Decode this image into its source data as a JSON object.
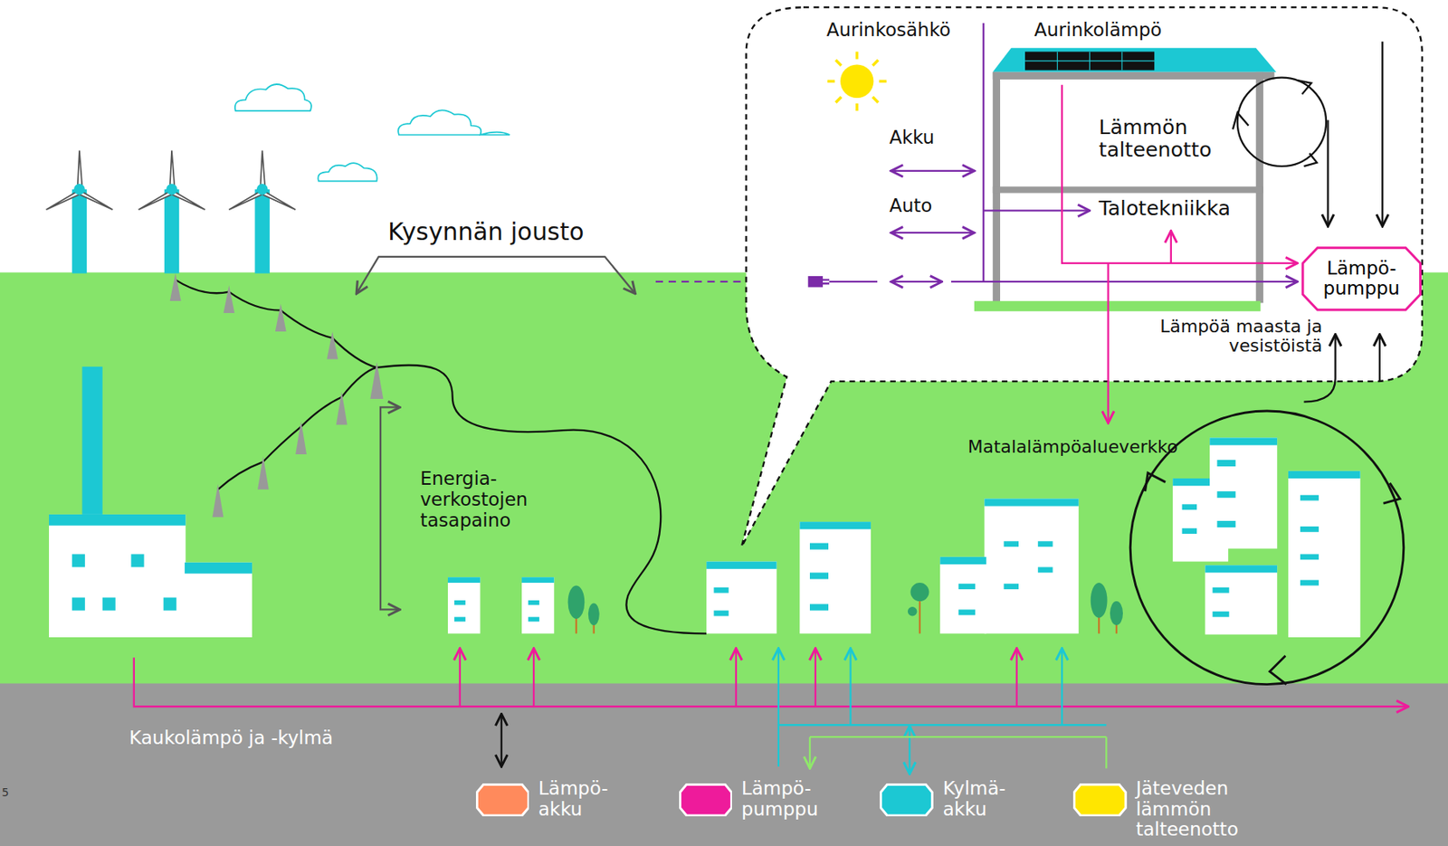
{
  "diagram": {
    "nodes": [
      {
        "text": [
          "Lämpö- pumppu"
        ]
      }
    ],
    "labels": [
      "Aurinkosähkö",
      "Aurinkolämpö",
      "Akku",
      "Auto",
      "Lämmön talteenotto",
      "Talotekniikka",
      "Lämpöä maasta ja vesistöistä",
      "Kysynnän jousto",
      "Energia- verkostojen tasapaino",
      "Matalalämpöalueverkko",
      "Kaukolämpö ja -kylmä",
      "5"
    ],
    "legend": [
      {
        "text": "Lämpö- akku",
        "color": "#ff8a5c"
      },
      {
        "text": "Lämpö- pumppu",
        "color": "#ee1b9b"
      },
      {
        "text": "Kylmä- akku",
        "color": "#1cc8d3"
      },
      {
        "text": "Jäteveden lämmön talteenotto",
        "color": "#ffe600"
      }
    ]
  }
}
